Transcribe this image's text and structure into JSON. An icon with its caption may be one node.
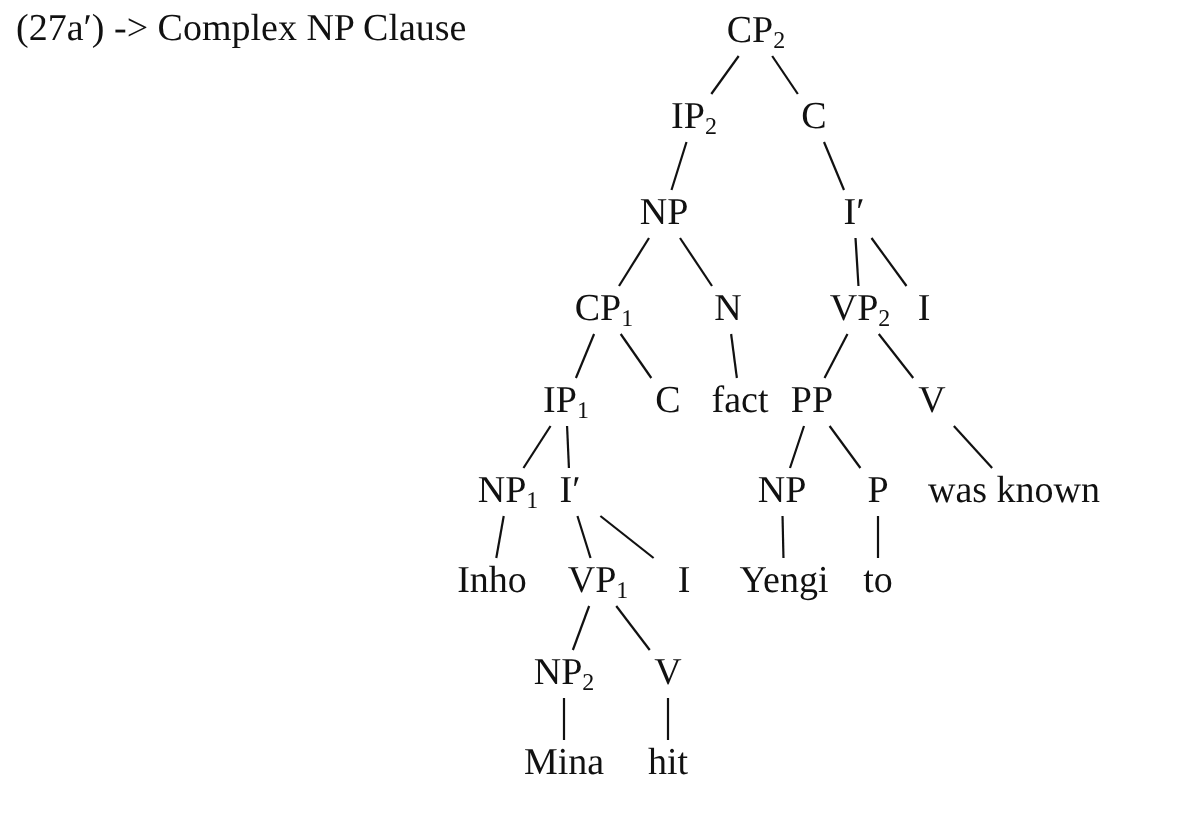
{
  "diagram": {
    "title": "(27a′) -> Complex NP Clause",
    "nodes": [
      {
        "text": [
          "CP$_{2}$"
        ]
      },
      {
        "text": [
          "IP$_{2}$"
        ]
      },
      {
        "text": [
          "C"
        ]
      },
      {
        "text": [
          "NP"
        ]
      },
      {
        "text": [
          "I′"
        ]
      },
      {
        "text": [
          "CP$_{1}$"
        ]
      },
      {
        "text": [
          "N"
        ]
      },
      {
        "text": [
          "VP$_{2}$"
        ]
      },
      {
        "text": [
          "I"
        ]
      },
      {
        "text": [
          "IP$_{1}$"
        ]
      },
      {
        "text": [
          "C"
        ]
      },
      {
        "text": [
          "fact"
        ]
      },
      {
        "text": [
          "PP"
        ]
      },
      {
        "text": [
          "V"
        ]
      },
      {
        "text": [
          "NP$_{1}$"
        ]
      },
      {
        "text": [
          "I′"
        ]
      },
      {
        "text": [
          "NP"
        ]
      },
      {
        "text": [
          "P"
        ]
      },
      {
        "text": [
          "was known"
        ]
      },
      {
        "text": [
          "Inho"
        ]
      },
      {
        "text": [
          "VP$_{1}$"
        ]
      },
      {
        "text": [
          "I"
        ]
      },
      {
        "text": [
          "Yengi"
        ]
      },
      {
        "text": [
          "to"
        ]
      },
      {
        "text": [
          "NP$_{2}$"
        ]
      },
      {
        "text": [
          "V"
        ]
      },
      {
        "text": [
          "Mina"
        ]
      },
      {
        "text": [
          "hit"
        ]
      }
    ],
    "edges": [
      {
        "from": 0,
        "to": 1,
        "arrow": "none"
      },
      {
        "from": 0,
        "to": 2,
        "arrow": "none"
      },
      {
        "from": 1,
        "to": 3,
        "arrow": "none"
      },
      {
        "from": 2,
        "to": 4,
        "arrow": "none"
      },
      {
        "from": 3,
        "to": 5,
        "arrow": "none"
      },
      {
        "from": 3,
        "to": 6,
        "arrow": "none"
      },
      {
        "from": 4,
        "to": 7,
        "arrow": "none"
      },
      {
        "from": 4,
        "to": 8,
        "arrow": "none"
      },
      {
        "from": 5,
        "to": 9,
        "arrow": "none"
      },
      {
        "from": 5,
        "to": 10,
        "arrow": "none"
      },
      {
        "from": 6,
        "to": 11,
        "arrow": "none"
      },
      {
        "from": 7,
        "to": 12,
        "arrow": "none"
      },
      {
        "from": 7,
        "to": 13,
        "arrow": "none"
      },
      {
        "from": 9,
        "to": 14,
        "arrow": "none"
      },
      {
        "from": 9,
        "to": 15,
        "arrow": "none"
      },
      {
        "from": 12,
        "to": 16,
        "arrow": "none"
      },
      {
        "from": 12,
        "to": 17,
        "arrow": "none"
      },
      {
        "from": 13,
        "to": 18,
        "arrow": "none"
      },
      {
        "from": 14,
        "to": 19,
        "arrow": "none"
      },
      {
        "from": 15,
        "to": 20,
        "arrow": "none"
      },
      {
        "from": 15,
        "to": 21,
        "arrow": "none"
      },
      {
        "from": 16,
        "to": 22,
        "arrow": "none"
      },
      {
        "from": 17,
        "to": 23,
        "arrow": "none"
      },
      {
        "from": 20,
        "to": 24,
        "arrow": "none"
      },
      {
        "from": 20,
        "to": 25,
        "arrow": "none"
      },
      {
        "from": 24,
        "to": 26,
        "arrow": "none"
      },
      {
        "from": 25,
        "to": 27,
        "arrow": "none"
      }
    ]
  }
}
